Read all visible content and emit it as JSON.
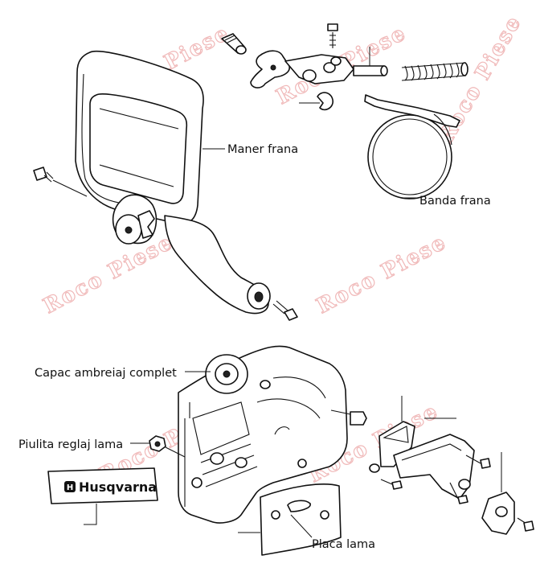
{
  "watermark": "Roco Piese",
  "labels": {
    "maner_frana": "Maner frana",
    "banda_frana": "Banda frana",
    "capac_ambreiaj": "Capac ambreiaj complet",
    "piulita_reglaj": "Piulita reglaj lama",
    "placa_lama": "Placa lama"
  },
  "logo": {
    "text": "Husqvarna",
    "mark": "H"
  }
}
